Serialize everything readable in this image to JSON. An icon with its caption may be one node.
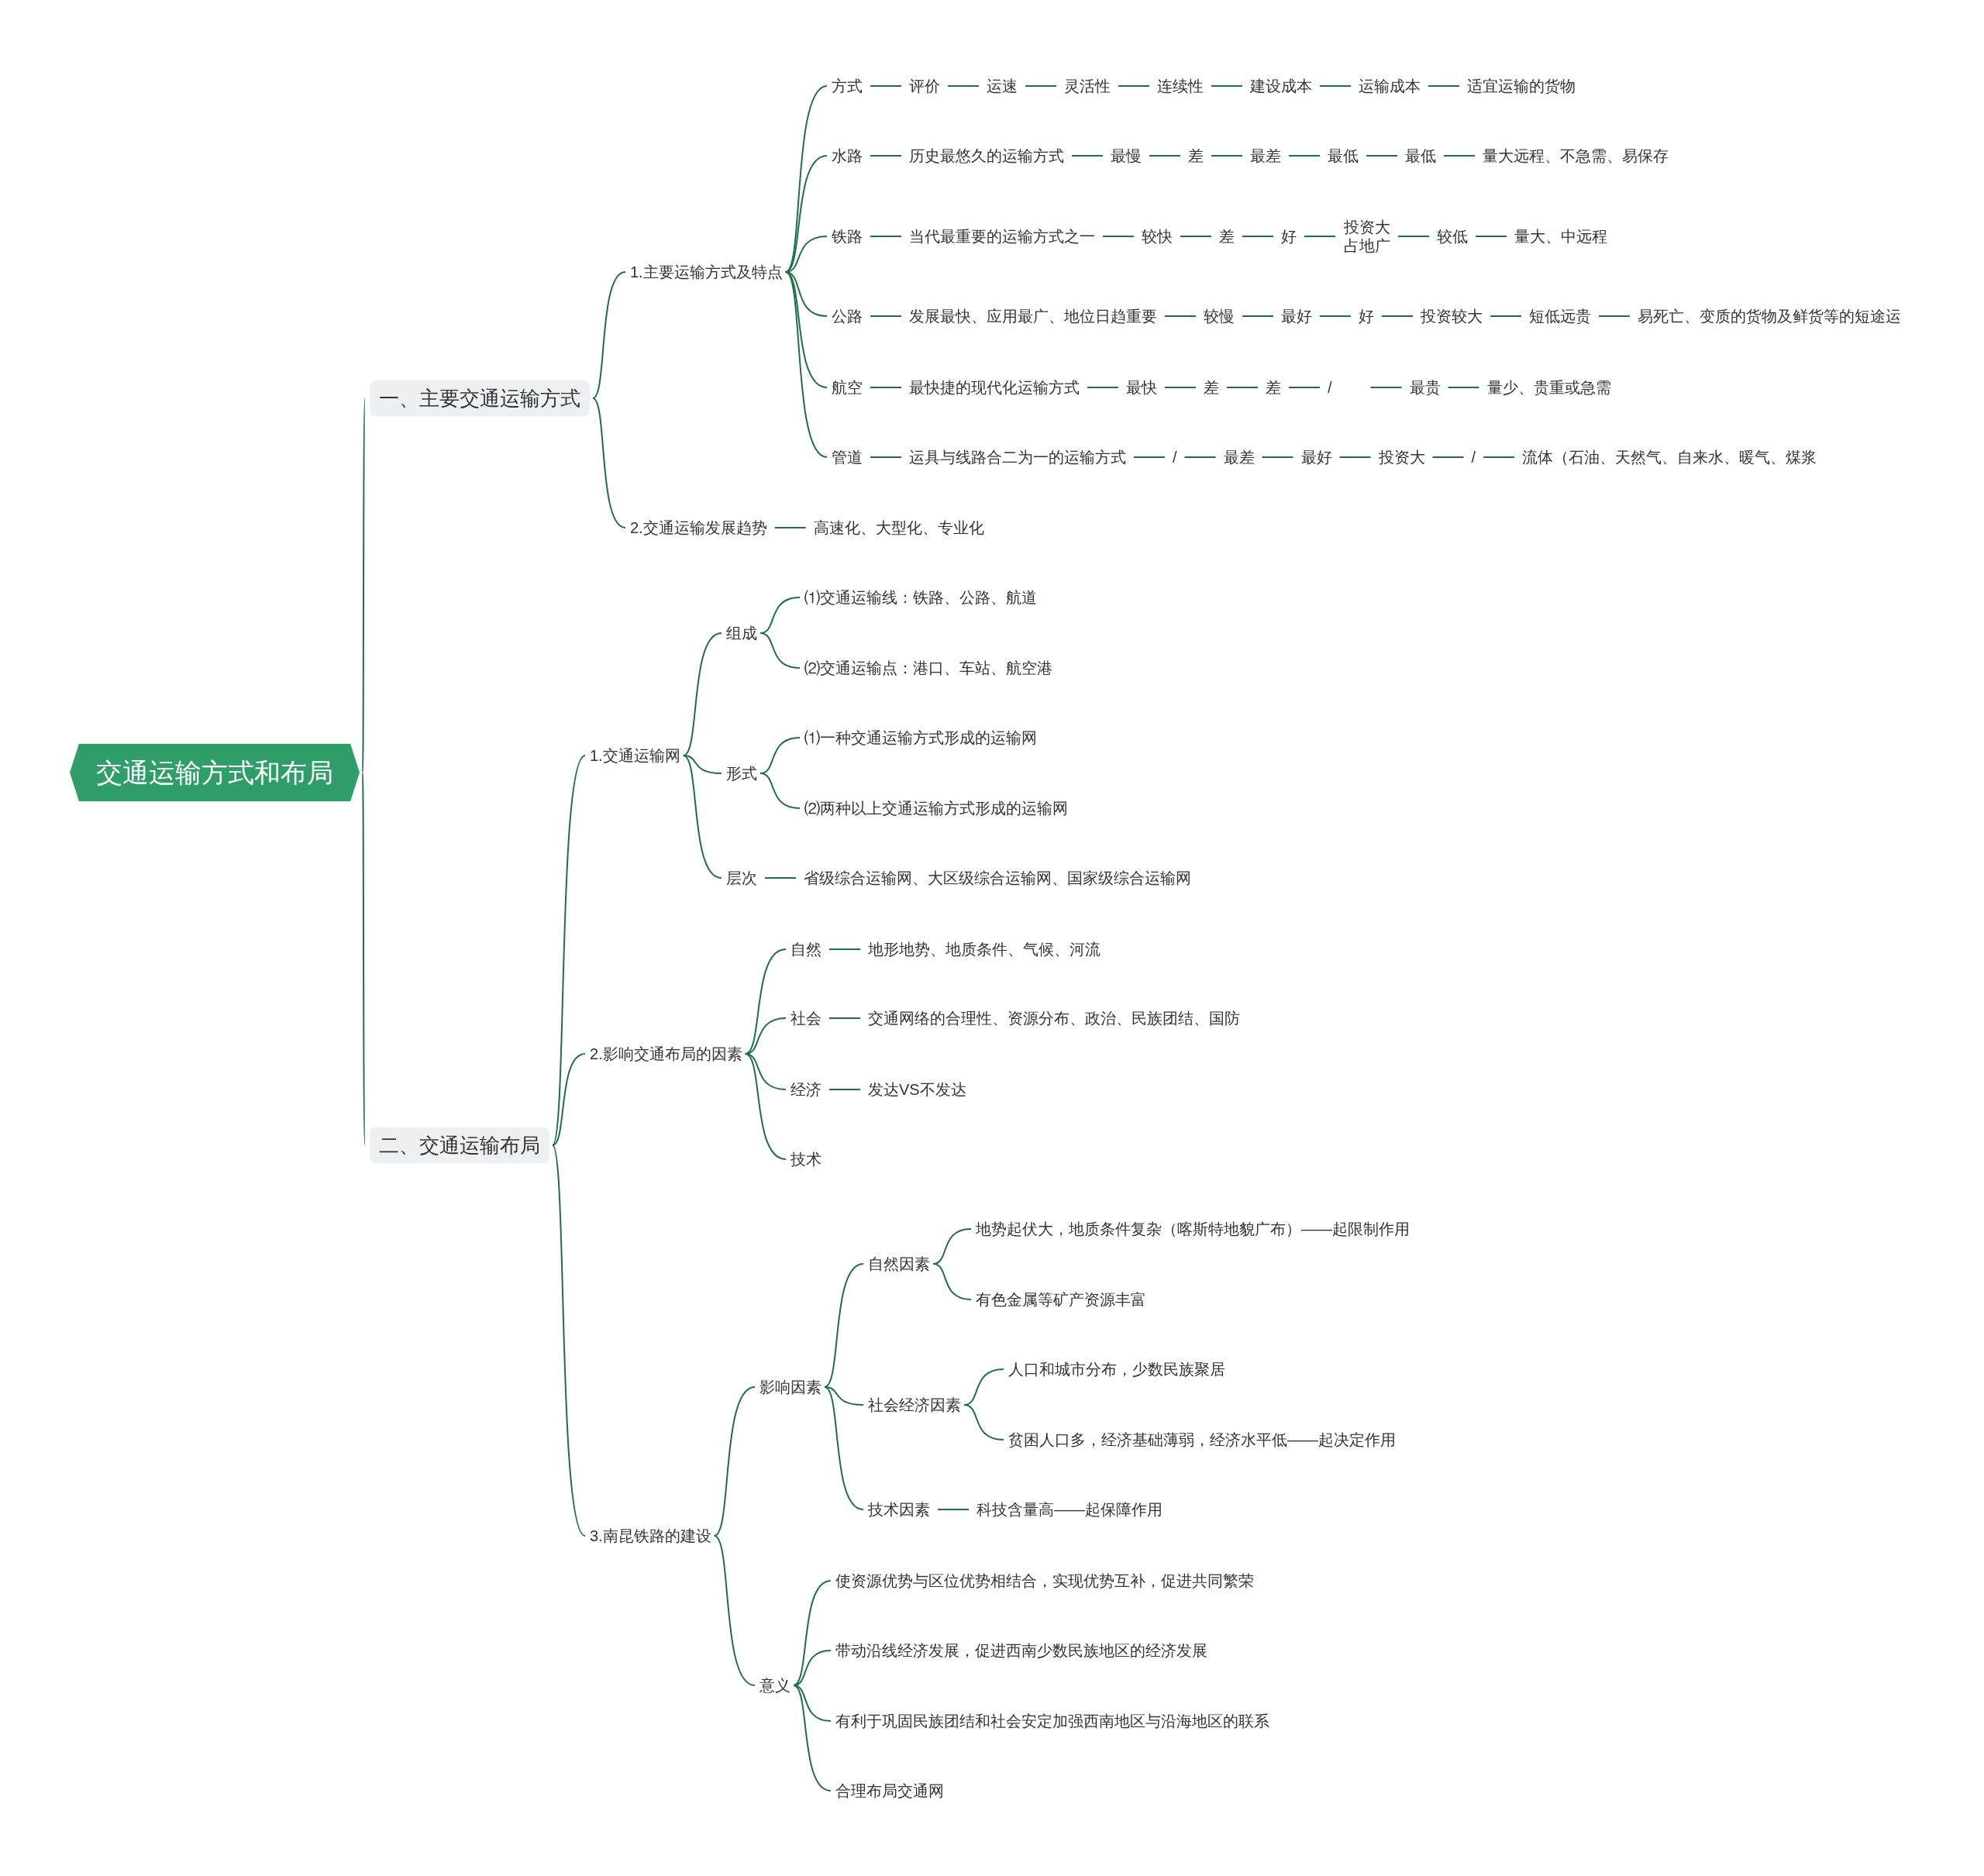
{
  "diagram": {
    "nodes": [
      {
        "text": [
          "交通运输方式和布局"
        ]
      },
      {
        "text": [
          "一、主要交通运输方式"
        ]
      },
      {
        "text": [
          "1.主要运输方式及特点"
        ]
      },
      {
        "text": [
          "方式"
        ]
      },
      {
        "text": [
          "评价"
        ]
      },
      {
        "text": [
          "运速"
        ]
      },
      {
        "text": [
          "灵活性"
        ]
      },
      {
        "text": [
          "连续性"
        ]
      },
      {
        "text": [
          "建设成本"
        ]
      },
      {
        "text": [
          "运输成本"
        ]
      },
      {
        "text": [
          "适宜运输的货物"
        ]
      },
      {
        "text": [
          "水路"
        ]
      },
      {
        "text": [
          "历史最悠久的运输方式"
        ]
      },
      {
        "text": [
          "最慢"
        ]
      },
      {
        "text": [
          "差"
        ]
      },
      {
        "text": [
          "最差"
        ]
      },
      {
        "text": [
          "最低"
        ]
      },
      {
        "text": [
          "最低"
        ]
      },
      {
        "text": [
          "量大远程、不急需、易保存"
        ]
      },
      {
        "text": [
          "铁路"
        ]
      },
      {
        "text": [
          "当代最重要的运输方式之一"
        ]
      },
      {
        "text": [
          "较快"
        ]
      },
      {
        "text": [
          "差"
        ]
      },
      {
        "text": [
          "好"
        ]
      },
      {
        "text": [
          "投资大占地广"
        ]
      },
      {
        "text": [
          "较低"
        ]
      },
      {
        "text": [
          "量大、中远程"
        ]
      },
      {
        "text": [
          "公路"
        ]
      },
      {
        "text": [
          "发展最快、应用最广、地位日趋重要"
        ]
      },
      {
        "text": [
          "较慢"
        ]
      },
      {
        "text": [
          "最好"
        ]
      },
      {
        "text": [
          "好"
        ]
      },
      {
        "text": [
          "投资较大"
        ]
      },
      {
        "text": [
          "短低远贵"
        ]
      },
      {
        "text": [
          "易死亡、变质的货物及鲜货等的短途运"
        ]
      },
      {
        "text": [
          "航空"
        ]
      },
      {
        "text": [
          "最快捷的现代化运输方式"
        ]
      },
      {
        "text": [
          "最快"
        ]
      },
      {
        "text": [
          "差"
        ]
      },
      {
        "text": [
          "差"
        ]
      },
      {
        "text": [
          "/"
        ]
      },
      {
        "text": [
          "最贵"
        ]
      },
      {
        "text": [
          "量少、贵重或急需"
        ]
      },
      {
        "text": [
          "管道"
        ]
      },
      {
        "text": [
          "运具与线路合二为一的运输方式"
        ]
      },
      {
        "text": [
          "/"
        ]
      },
      {
        "text": [
          "最差"
        ]
      },
      {
        "text": [
          "最好"
        ]
      },
      {
        "text": [
          "投资大"
        ]
      },
      {
        "text": [
          "/"
        ]
      },
      {
        "text": [
          "流体（石油、天然气、自来水、暖气、煤浆"
        ]
      },
      {
        "text": [
          "2.交通运输发展趋势"
        ]
      },
      {
        "text": [
          "高速化、大型化、专业化"
        ]
      },
      {
        "text": [
          "二、交通运输布局"
        ]
      },
      {
        "text": [
          "1.交通运输网"
        ]
      },
      {
        "text": [
          "组成"
        ]
      },
      {
        "text": [
          "⑴交通运输线：铁路、公路、航道"
        ]
      },
      {
        "text": [
          "⑵交通运输点：港口、车站、航空港"
        ]
      },
      {
        "text": [
          "形式"
        ]
      },
      {
        "text": [
          "⑴一种交通运输方式形成的运输网"
        ]
      },
      {
        "text": [
          "⑵两种以上交通运输方式形成的运输网"
        ]
      },
      {
        "text": [
          "层次"
        ]
      },
      {
        "text": [
          "省级综合运输网、大区级综合运输网、国家级综合运输网"
        ]
      },
      {
        "text": [
          "2.影响交通布局的因素"
        ]
      },
      {
        "text": [
          "自然"
        ]
      },
      {
        "text": [
          "地形地势、地质条件、气候、河流"
        ]
      },
      {
        "text": [
          "社会"
        ]
      },
      {
        "text": [
          "交通网络的合理性、资源分布、政治、民族团结、国防"
        ]
      },
      {
        "text": [
          "经济"
        ]
      },
      {
        "text": [
          "发达VS不发达"
        ]
      },
      {
        "text": [
          "技术"
        ]
      },
      {
        "text": [
          "3.南昆铁路的建设"
        ]
      },
      {
        "text": [
          "影响因素"
        ]
      },
      {
        "text": [
          "自然因素"
        ]
      },
      {
        "text": [
          "地势起伏大，地质条件复杂（喀斯特地貌广布）——起限制作用"
        ]
      },
      {
        "text": [
          "有色金属等矿产资源丰富"
        ]
      },
      {
        "text": [
          "社会经济因素"
        ]
      },
      {
        "text": [
          "人口和城市分布，少数民族聚居"
        ]
      },
      {
        "text": [
          "贫困人口多，经济基础薄弱，经济水平低——起决定作用"
        ]
      },
      {
        "text": [
          "技术因素"
        ]
      },
      {
        "text": [
          "科技含量高——起保障作用"
        ]
      },
      {
        "text": [
          "意义"
        ]
      },
      {
        "text": [
          "使资源优势与区位优势相结合，实现优势互补，促进共同繁荣"
        ]
      },
      {
        "text": [
          "带动沿线经济发展，促进西南少数民族地区的经济发展"
        ]
      },
      {
        "text": [
          "有利于巩固民族团结和社会安定加强西南地区与沿海地区的联系"
        ]
      },
      {
        "text": [
          "合理布局交通网"
        ]
      }
    ],
    "edges": [
      {
        "from": 0,
        "to": 1,
        "arrow": "none"
      },
      {
        "from": 0,
        "to": 53,
        "arrow": "none"
      },
      {
        "from": 1,
        "to": 2,
        "arrow": "none"
      },
      {
        "from": 1,
        "to": 51,
        "arrow": "none"
      },
      {
        "from": 2,
        "to": 3,
        "arrow": "none"
      },
      {
        "from": 2,
        "to": 11,
        "arrow": "none"
      },
      {
        "from": 2,
        "to": 19,
        "arrow": "none"
      },
      {
        "from": 2,
        "to": 27,
        "arrow": "none"
      },
      {
        "from": 2,
        "to": 35,
        "arrow": "none"
      },
      {
        "from": 2,
        "to": 43,
        "arrow": "none"
      },
      {
        "from": 3,
        "to": 4,
        "arrow": "none"
      },
      {
        "from": 4,
        "to": 5,
        "arrow": "none"
      },
      {
        "from": 5,
        "to": 6,
        "arrow": "none"
      },
      {
        "from": 6,
        "to": 7,
        "arrow": "none"
      },
      {
        "from": 7,
        "to": 8,
        "arrow": "none"
      },
      {
        "from": 8,
        "to": 9,
        "arrow": "none"
      },
      {
        "from": 9,
        "to": 10,
        "arrow": "none"
      },
      {
        "from": 11,
        "to": 12,
        "arrow": "none"
      },
      {
        "from": 12,
        "to": 13,
        "arrow": "none"
      },
      {
        "from": 13,
        "to": 14,
        "arrow": "none"
      },
      {
        "from": 14,
        "to": 15,
        "arrow": "none"
      },
      {
        "from": 15,
        "to": 16,
        "arrow": "none"
      },
      {
        "from": 16,
        "to": 17,
        "arrow": "none"
      },
      {
        "from": 17,
        "to": 18,
        "arrow": "none"
      },
      {
        "from": 19,
        "to": 20,
        "arrow": "none"
      },
      {
        "from": 20,
        "to": 21,
        "arrow": "none"
      },
      {
        "from": 21,
        "to": 22,
        "arrow": "none"
      },
      {
        "from": 22,
        "to": 23,
        "arrow": "none"
      },
      {
        "from": 23,
        "to": 24,
        "arrow": "none"
      },
      {
        "from": 24,
        "to": 25,
        "arrow": "none"
      },
      {
        "from": 25,
        "to": 26,
        "arrow": "none"
      },
      {
        "from": 27,
        "to": 28,
        "arrow": "none"
      },
      {
        "from": 28,
        "to": 29,
        "arrow": "none"
      },
      {
        "from": 29,
        "to": 30,
        "arrow": "none"
      },
      {
        "from": 30,
        "to": 31,
        "arrow": "none"
      },
      {
        "from": 31,
        "to": 32,
        "arrow": "none"
      },
      {
        "from": 32,
        "to": 33,
        "arrow": "none"
      },
      {
        "from": 33,
        "to": 34,
        "arrow": "none"
      },
      {
        "from": 35,
        "to": 36,
        "arrow": "none"
      },
      {
        "from": 36,
        "to": 37,
        "arrow": "none"
      },
      {
        "from": 37,
        "to": 38,
        "arrow": "none"
      },
      {
        "from": 38,
        "to": 39,
        "arrow": "none"
      },
      {
        "from": 39,
        "to": 40,
        "arrow": "none"
      },
      {
        "from": 40,
        "to": 41,
        "arrow": "none"
      },
      {
        "from": 41,
        "to": 42,
        "arrow": "none"
      },
      {
        "from": 43,
        "to": 44,
        "arrow": "none"
      },
      {
        "from": 44,
        "to": 45,
        "arrow": "none"
      },
      {
        "from": 45,
        "to": 46,
        "arrow": "none"
      },
      {
        "from": 46,
        "to": 47,
        "arrow": "none"
      },
      {
        "from": 47,
        "to": 48,
        "arrow": "none"
      },
      {
        "from": 48,
        "to": 49,
        "arrow": "none"
      },
      {
        "from": 49,
        "to": 50,
        "arrow": "none"
      },
      {
        "from": 51,
        "to": 52,
        "arrow": "none"
      },
      {
        "from": 53,
        "to": 54,
        "arrow": "none"
      },
      {
        "from": 53,
        "to": 63,
        "arrow": "none"
      },
      {
        "from": 53,
        "to": 71,
        "arrow": "none"
      },
      {
        "from": 54,
        "to": 55,
        "arrow": "none"
      },
      {
        "from": 54,
        "to": 58,
        "arrow": "none"
      },
      {
        "from": 54,
        "to": 61,
        "arrow": "none"
      },
      {
        "from": 55,
        "to": 56,
        "arrow": "none"
      },
      {
        "from": 55,
        "to": 57,
        "arrow": "none"
      },
      {
        "from": 58,
        "to": 59,
        "arrow": "none"
      },
      {
        "from": 58,
        "to": 60,
        "arrow": "none"
      },
      {
        "from": 61,
        "to": 62,
        "arrow": "none"
      },
      {
        "from": 63,
        "to": 64,
        "arrow": "none"
      },
      {
        "from": 63,
        "to": 66,
        "arrow": "none"
      },
      {
        "from": 63,
        "to": 68,
        "arrow": "none"
      },
      {
        "from": 63,
        "to": 70,
        "arrow": "none"
      },
      {
        "from": 64,
        "to": 65,
        "arrow": "none"
      },
      {
        "from": 66,
        "to": 67,
        "arrow": "none"
      },
      {
        "from": 68,
        "to": 69,
        "arrow": "none"
      },
      {
        "from": 71,
        "to": 72,
        "arrow": "none"
      },
      {
        "from": 71,
        "to": 81,
        "arrow": "none"
      },
      {
        "from": 72,
        "to": 73,
        "arrow": "none"
      },
      {
        "from": 72,
        "to": 76,
        "arrow": "none"
      },
      {
        "from": 72,
        "to": 79,
        "arrow": "none"
      },
      {
        "from": 73,
        "to": 74,
        "arrow": "none"
      },
      {
        "from": 73,
        "to": 75,
        "arrow": "none"
      },
      {
        "from": 76,
        "to": 77,
        "arrow": "none"
      },
      {
        "from": 76,
        "to": 78,
        "arrow": "none"
      },
      {
        "from": 79,
        "to": 80,
        "arrow": "none"
      },
      {
        "from": 81,
        "to": 82,
        "arrow": "none"
      },
      {
        "from": 81,
        "to": 83,
        "arrow": "none"
      },
      {
        "from": 81,
        "to": 84,
        "arrow": "none"
      },
      {
        "from": 81,
        "to": 85,
        "arrow": "none"
      }
    ]
  }
}
